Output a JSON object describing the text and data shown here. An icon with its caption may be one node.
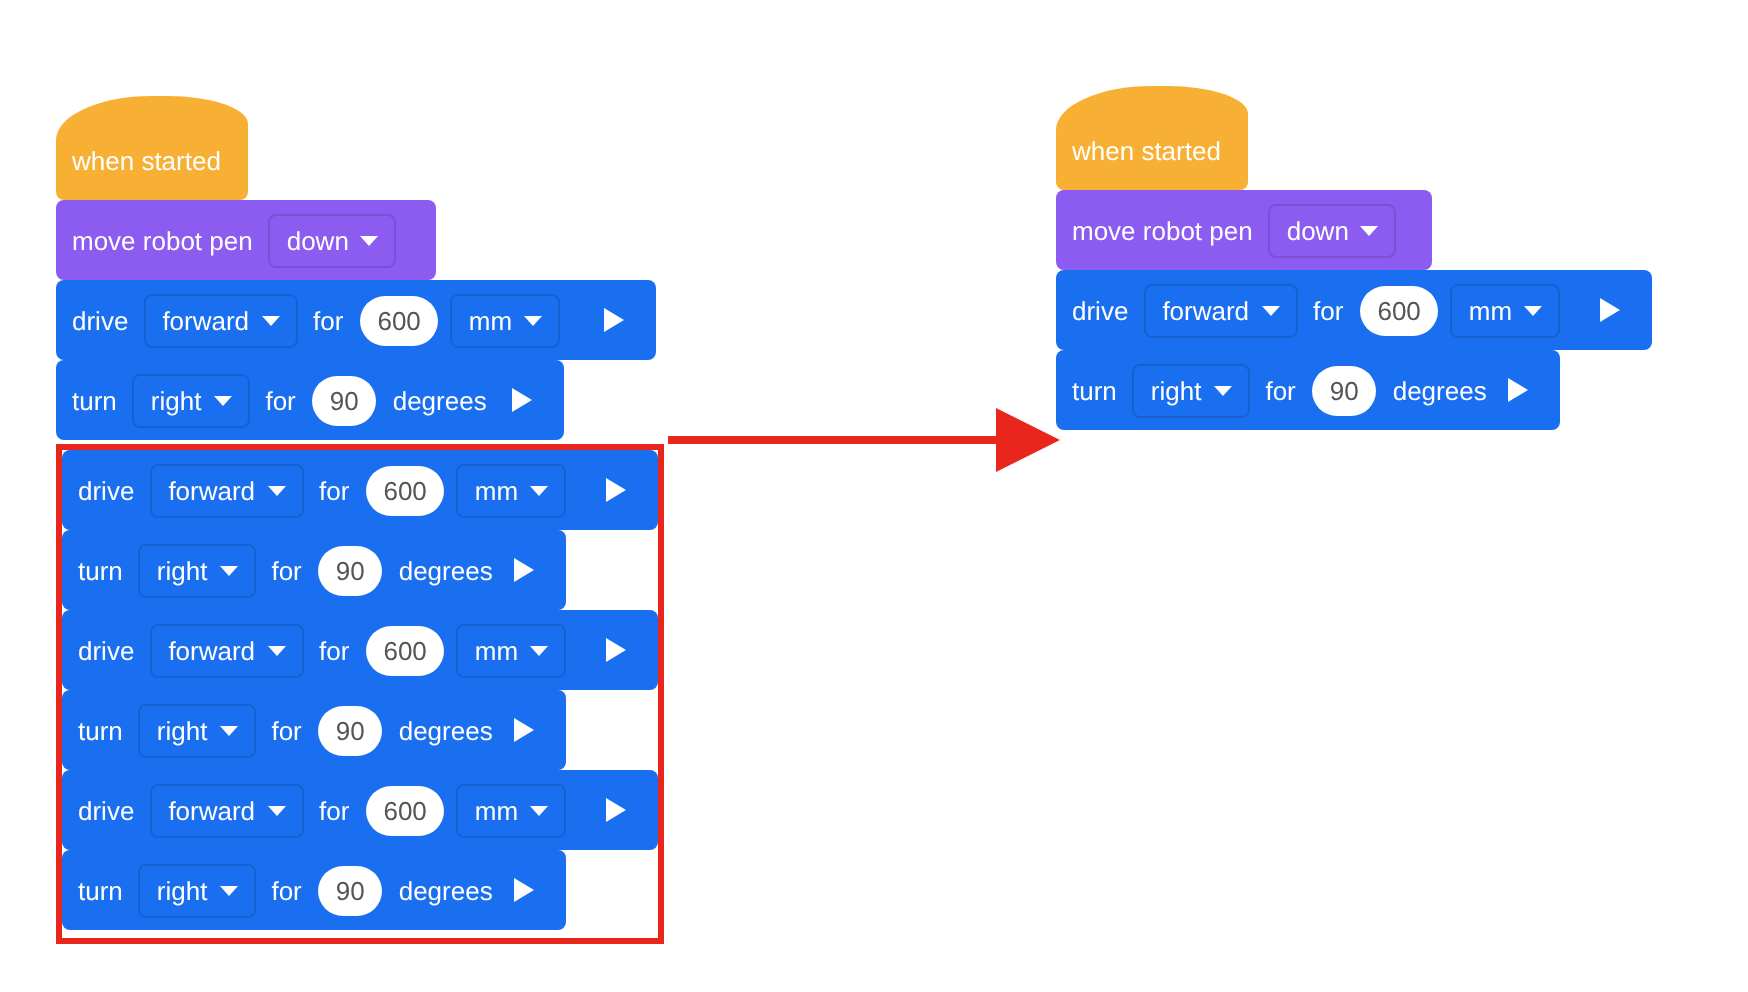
{
  "diagram": {
    "nodes": [
      {
        "text": [
          "when started"
        ]
      },
      {
        "text": [
          "move robot pen",
          "down"
        ]
      },
      {
        "text": [
          "drive",
          "forward",
          "for",
          "600",
          "mm"
        ]
      },
      {
        "text": [
          "turn",
          "right",
          "for",
          "90",
          "degrees"
        ]
      },
      {
        "text": [],
        "shape": "box"
      },
      {
        "text": [
          "drive",
          "forward",
          "for",
          "600",
          "mm"
        ],
        "in": 4
      },
      {
        "text": [
          "turn",
          "right",
          "for",
          "90",
          "degrees"
        ],
        "in": 4
      },
      {
        "text": [
          "drive",
          "forward",
          "for",
          "600",
          "mm"
        ],
        "in": 4
      },
      {
        "text": [
          "turn",
          "right",
          "for",
          "90",
          "degrees"
        ],
        "in": 4
      },
      {
        "text": [
          "drive",
          "forward",
          "for",
          "600",
          "mm"
        ],
        "in": 4
      },
      {
        "text": [
          "turn",
          "right",
          "for",
          "90",
          "degrees"
        ],
        "in": 4
      },
      {
        "text": [
          "when started"
        ]
      },
      {
        "text": [
          "move robot pen",
          "down"
        ]
      },
      {
        "text": [
          "drive",
          "forward",
          "for",
          "600",
          "mm"
        ]
      },
      {
        "text": [
          "turn",
          "right",
          "for",
          "90",
          "degrees"
        ]
      }
    ],
    "edges": [
      {
        "from": 4,
        "to": 14,
        "arrow": "to",
        "color": "#e8261c"
      }
    ]
  }
}
